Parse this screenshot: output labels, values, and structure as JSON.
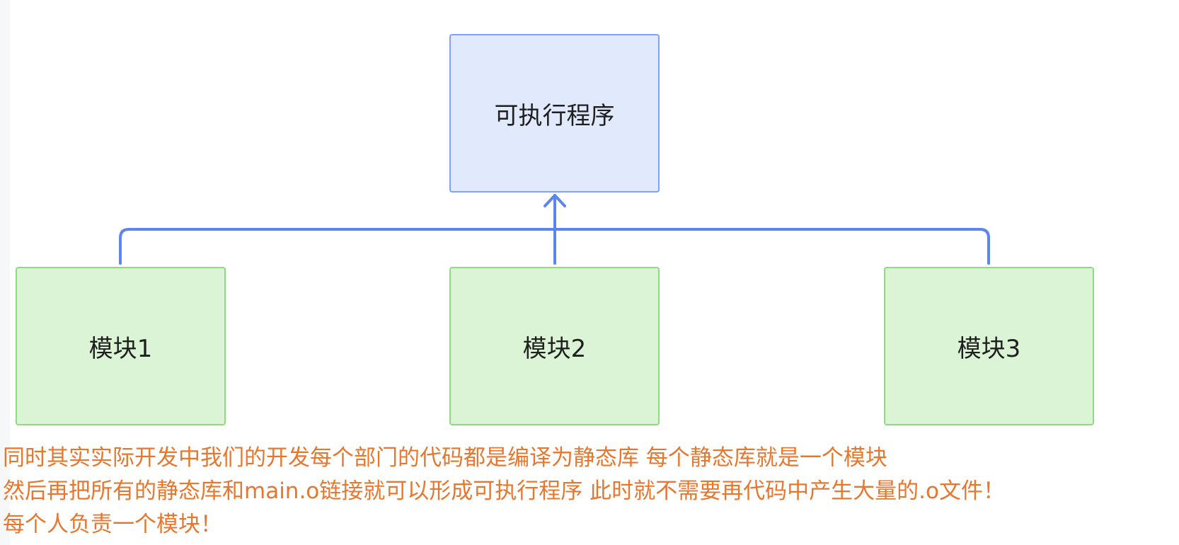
{
  "diagram": {
    "top_node": {
      "label": "可执行程序"
    },
    "modules": [
      {
        "label": "模块1"
      },
      {
        "label": "模块2"
      },
      {
        "label": "模块3"
      }
    ],
    "colors": {
      "top_fill": "#e1e9fd",
      "top_border": "#7ea2f5",
      "module_fill": "#dcf4d6",
      "module_border": "#8ddc7f",
      "edge": "#5b86ef",
      "note_text": "#e8772e"
    }
  },
  "notes": [
    "同时其实实际开发中我们的开发每个部门的代码都是编译为静态库 每个静态库就是一个模块",
    "然后再把所有的静态库和main.o链接就可以形成可执行程序 此时就不需要再代码中产生大量的.o文件！",
    "每个人负责一个模块！"
  ]
}
